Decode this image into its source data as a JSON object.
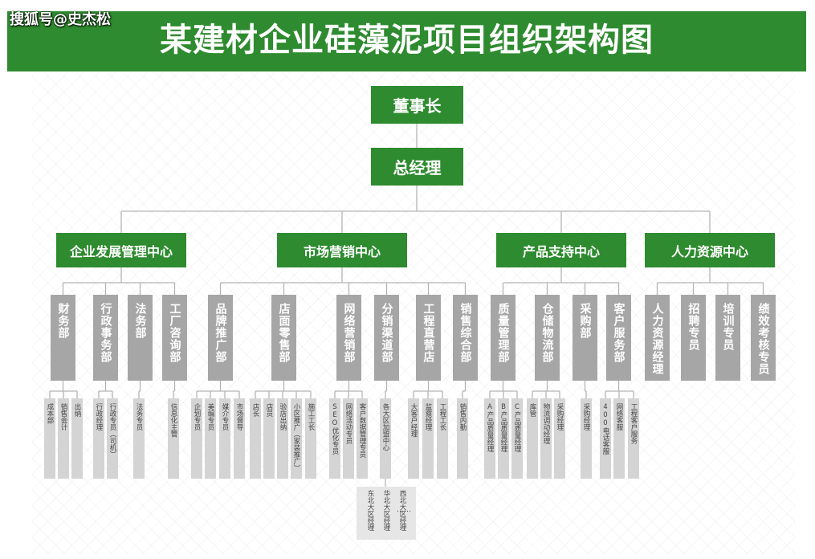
{
  "watermark": "搜狐号@史杰松",
  "title": "某建材企业硅藻泥项目组织架构图",
  "chairman": "董事长",
  "gm": "总经理",
  "centers": [
    "企业发展管理中心",
    "市场营销中心",
    "产品支持中心",
    "人力资源中心"
  ],
  "depts": [
    "财务部",
    "行政事务部",
    "法务部",
    "工厂咨询部",
    "品牌推广部",
    "店面零售部",
    "网络营销部",
    "分销渠道部",
    "工程直营店",
    "销售综合部",
    "质量管理部",
    "仓储物流部",
    "采购部",
    "客户服务部",
    "人力资源经理",
    "招聘专员",
    "培训专员",
    "绩效考核专员"
  ],
  "leaves": [
    "成本部",
    "销售会计",
    "出纳",
    "行政经理",
    "行政专员（司机）",
    "法务专员",
    "信息化主管",
    "企划专员",
    "美编专员",
    "媒介专员",
    "市场督导",
    "店长",
    "店员",
    "验店出纳",
    "小区推广（家装推广）",
    "施工工长",
    "SEO优化专员",
    "网络活动专员",
    "客户数据管理专员",
    "各大区加盟中心",
    "大客户经理",
    "监察经理",
    "工程工长",
    "销售内勤",
    "A产品质量经理",
    "B产品质量经理",
    "C产品质量经理",
    "库管",
    "物流调动经理",
    "采购经理",
    "采购经理",
    "400电话客服",
    "网络客服",
    "工程客户服务"
  ],
  "regions": [
    "东北大区经理",
    "华北大区经理",
    "西北大区经理"
  ],
  "ellipsis": "……",
  "colors": {
    "green": "#2e8b2f",
    "dept_gray": "#a6a6a6",
    "leaf_gray": "#d4d4d4",
    "line": "#b5b5b5"
  }
}
